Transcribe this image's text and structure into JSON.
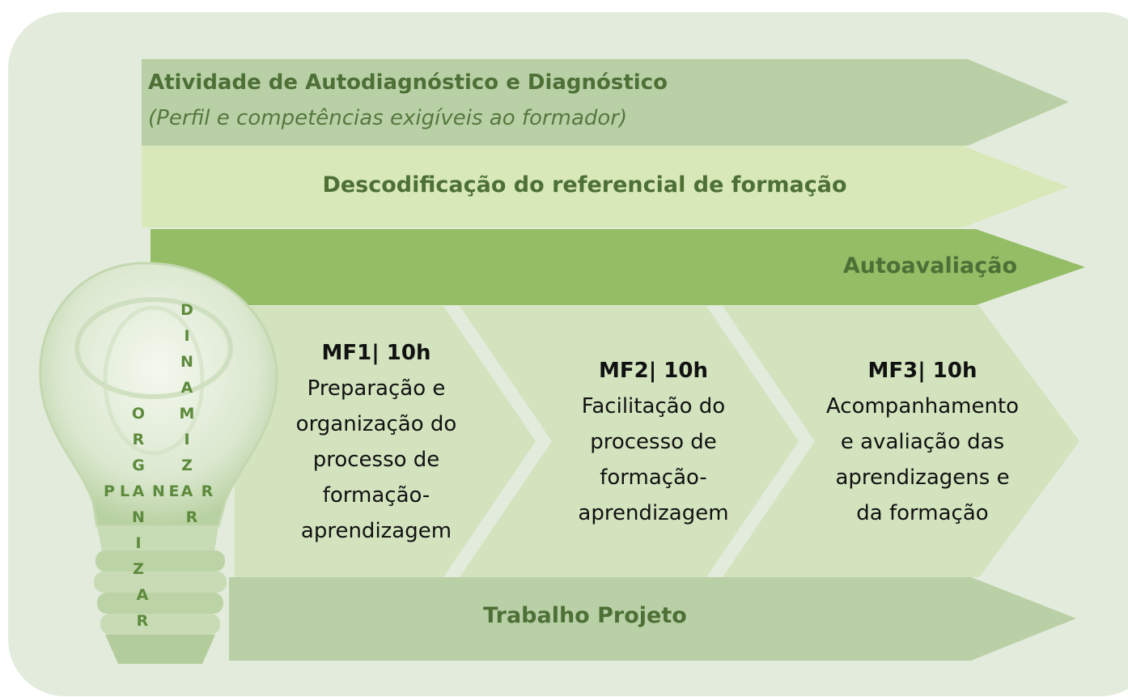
{
  "band1": {
    "title": "Atividade de Autodiagnóstico e Diagnóstico",
    "subtitle": "(Perfil e competências exigíveis ao formador)"
  },
  "band2": {
    "label": "Descodificação do referencial de formação"
  },
  "band3": {
    "label": "Autoavaliação"
  },
  "modules": [
    {
      "title": "MF1| 10h",
      "lines": [
        "Preparação e",
        "organização do",
        "processo de",
        "formação-",
        "aprendizagem"
      ]
    },
    {
      "title": "MF2| 10h",
      "lines": [
        "Facilitação do",
        "processo de",
        "formação-",
        "aprendizagem"
      ]
    },
    {
      "title": "MF3| 10h",
      "lines": [
        "Acompanhamento",
        "e avaliação das",
        "aprendizagens e",
        "da formação"
      ]
    }
  ],
  "band5": {
    "label": "Trabalho Projeto"
  },
  "bulb_words": {
    "organizar": [
      "O",
      "R",
      "G",
      "A",
      "N",
      "I",
      "Z",
      "A",
      "R"
    ],
    "dinamizar": [
      "D",
      "I",
      "N",
      "A",
      "M",
      "I",
      "Z",
      "A",
      "R"
    ],
    "planear": [
      "P",
      "L",
      "A",
      "N",
      "E",
      "A",
      "R"
    ]
  },
  "colors": {
    "panel": "#e3ebdc",
    "band_dark": "#b9d0a6",
    "band_light": "#d8e8b8",
    "band_strong": "#94bd66",
    "module_bg": "#d2e3be",
    "text_green": "#4d7036",
    "letters": "#5d8a3c"
  }
}
